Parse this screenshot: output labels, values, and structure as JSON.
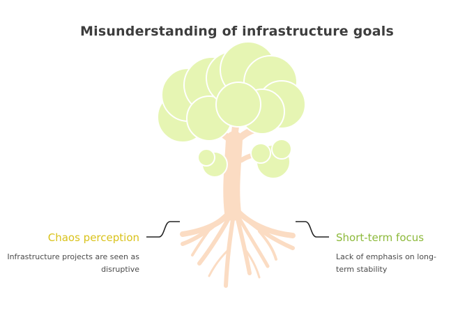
{
  "title": "Misunderstanding of infrastructure goals",
  "colors": {
    "foliage": "#e6f5b3",
    "foliage_stroke": "#ffffff",
    "trunk": "#fbdcc3",
    "connector": "#222222",
    "left_accent": "#d9c21a",
    "right_accent": "#8cb93a"
  },
  "left": {
    "title": "Chaos perception",
    "description": "Infrastructure projects are seen as disruptive"
  },
  "right": {
    "title": "Short-term focus",
    "description": "Lack of emphasis on long-term stability"
  }
}
